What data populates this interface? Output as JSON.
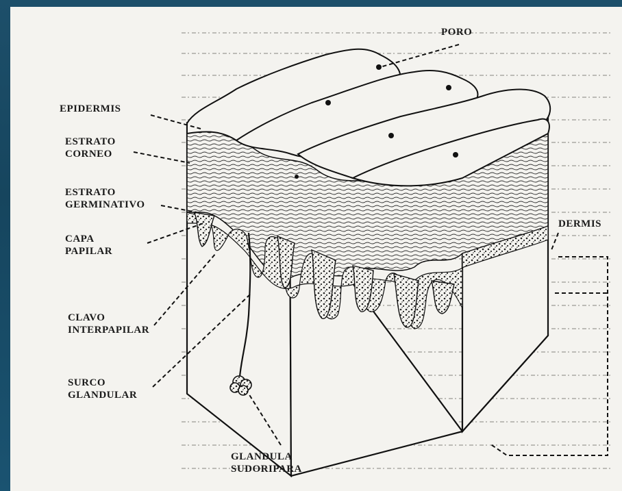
{
  "diagram": {
    "labels": {
      "poro": "PORO",
      "epidermis": "EPIDERMIS",
      "estrato_corneo": [
        "ESTRATO",
        "CORNEO"
      ],
      "estrato_germinativo": [
        "ESTRATO",
        "GERMINATIVO"
      ],
      "capa_papilar": [
        "CAPA",
        "PAPILAR"
      ],
      "clavo_interpapilar": [
        "CLAVO",
        "INTERPAPILAR"
      ],
      "surco_glandular": [
        "SURCO",
        "GLANDULAR"
      ],
      "glandula_sudoripara": [
        "GLANDULA",
        "SUDORIPARA"
      ],
      "dermis": "DERMIS"
    }
  },
  "colors": {
    "slide_background": "#1d4f6a",
    "paper": "#f4f3ef",
    "ink": "#1a1a1a"
  }
}
